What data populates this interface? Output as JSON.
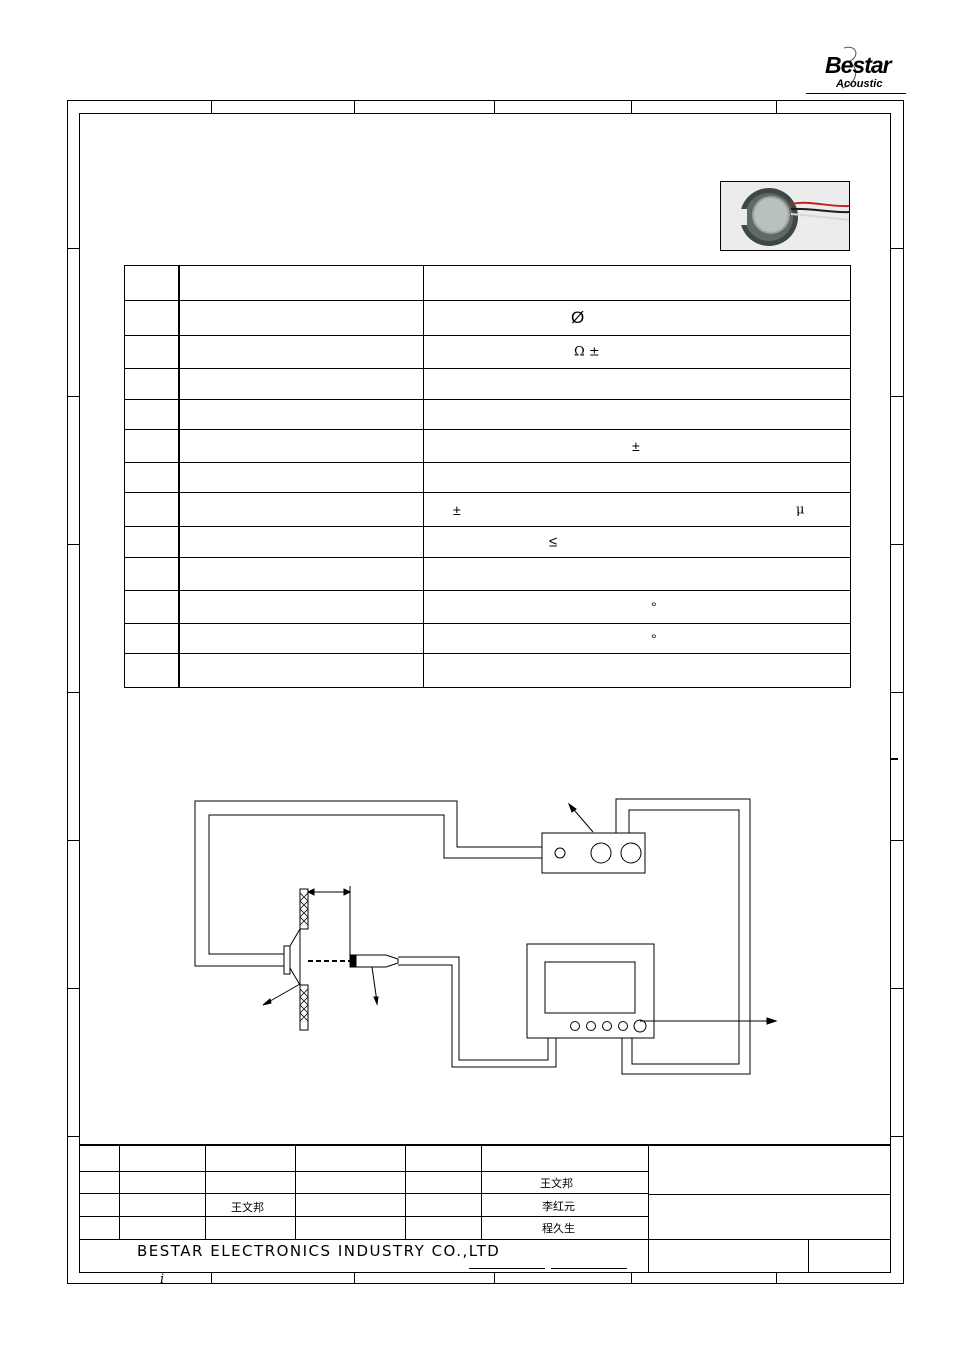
{
  "logo": {
    "main": "Bestar",
    "sub": "Acoustic"
  },
  "spec_table": {
    "rows": [
      {
        "symbols": []
      },
      {
        "symbols": [
          {
            "text": "Ø"
          }
        ]
      },
      {
        "symbols": [
          {
            "text": "Ω ±"
          }
        ]
      },
      {
        "symbols": []
      },
      {
        "symbols": []
      },
      {
        "symbols": [
          {
            "text": "±"
          }
        ]
      },
      {
        "symbols": []
      },
      {
        "symbols": [
          {
            "text": "±"
          },
          {
            "text": "μ"
          }
        ]
      },
      {
        "symbols": [
          {
            "text": "≤"
          }
        ]
      },
      {
        "symbols": []
      },
      {
        "symbols": [
          {
            "text": "°"
          }
        ]
      },
      {
        "symbols": [
          {
            "text": "°"
          }
        ]
      },
      {
        "symbols": []
      }
    ]
  },
  "title_block": {
    "names": {
      "design": "王文邦",
      "check": "王文邦",
      "review": "李红元",
      "approve": "程久生"
    },
    "company": "BESTAR ELECTRONICS INDUSTRY CO.,LTD",
    "footnote": "i"
  }
}
